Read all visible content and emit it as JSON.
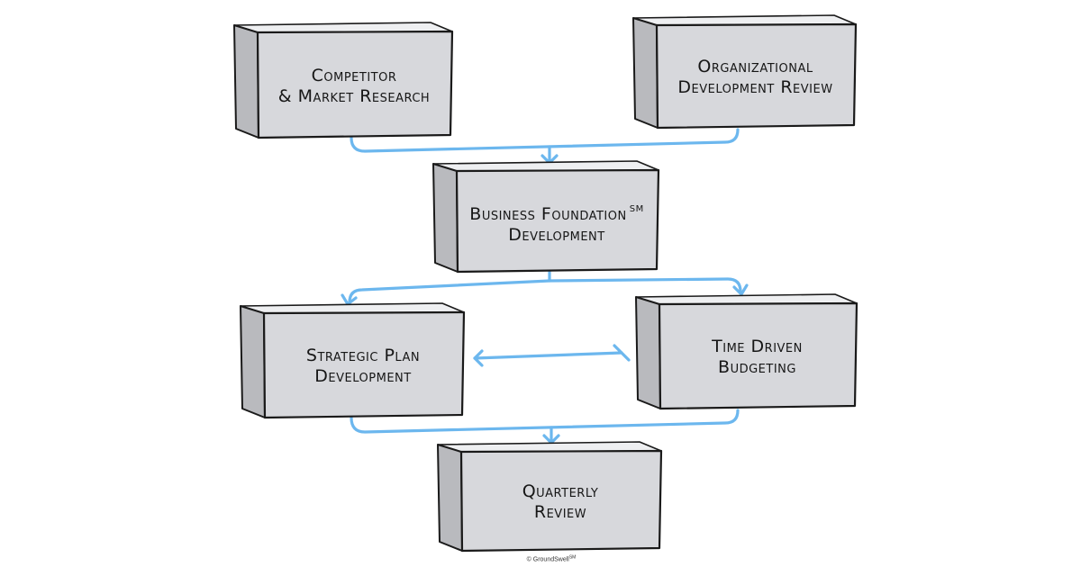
{
  "diagram": {
    "colors": {
      "front_face": "#d7d8dc",
      "side_face": "#b9babe",
      "top_face": "#eeeff1",
      "outline": "#1a1a1a",
      "arrow": "#6cb7ee"
    },
    "nodes": [
      {
        "id": "competitor",
        "line1": "Competitor",
        "line2": "& Market Research",
        "sup": ""
      },
      {
        "id": "orgdev",
        "line1": "Organizational",
        "line2": "Development Review",
        "sup": ""
      },
      {
        "id": "foundation",
        "line1": "Business Foundation",
        "line2": "Development",
        "sup": "SM"
      },
      {
        "id": "strategic",
        "line1": "Strategic Plan",
        "line2": "Development",
        "sup": ""
      },
      {
        "id": "budgeting",
        "line1": "Time Driven",
        "line2": "Budgeting",
        "sup": ""
      },
      {
        "id": "quarterly",
        "line1": "Quarterly",
        "line2": "Review",
        "sup": ""
      }
    ],
    "edges": [
      {
        "from": "competitor",
        "to": "foundation",
        "type": "merge"
      },
      {
        "from": "orgdev",
        "to": "foundation",
        "type": "merge"
      },
      {
        "from": "foundation",
        "to": "strategic",
        "type": "split"
      },
      {
        "from": "foundation",
        "to": "budgeting",
        "type": "split"
      },
      {
        "from": "strategic",
        "to": "budgeting",
        "type": "bidirectional"
      },
      {
        "from": "strategic",
        "to": "quarterly",
        "type": "merge"
      },
      {
        "from": "budgeting",
        "to": "quarterly",
        "type": "merge"
      }
    ],
    "copyright": "© GroundSwell",
    "copyright_sup": "SM"
  }
}
